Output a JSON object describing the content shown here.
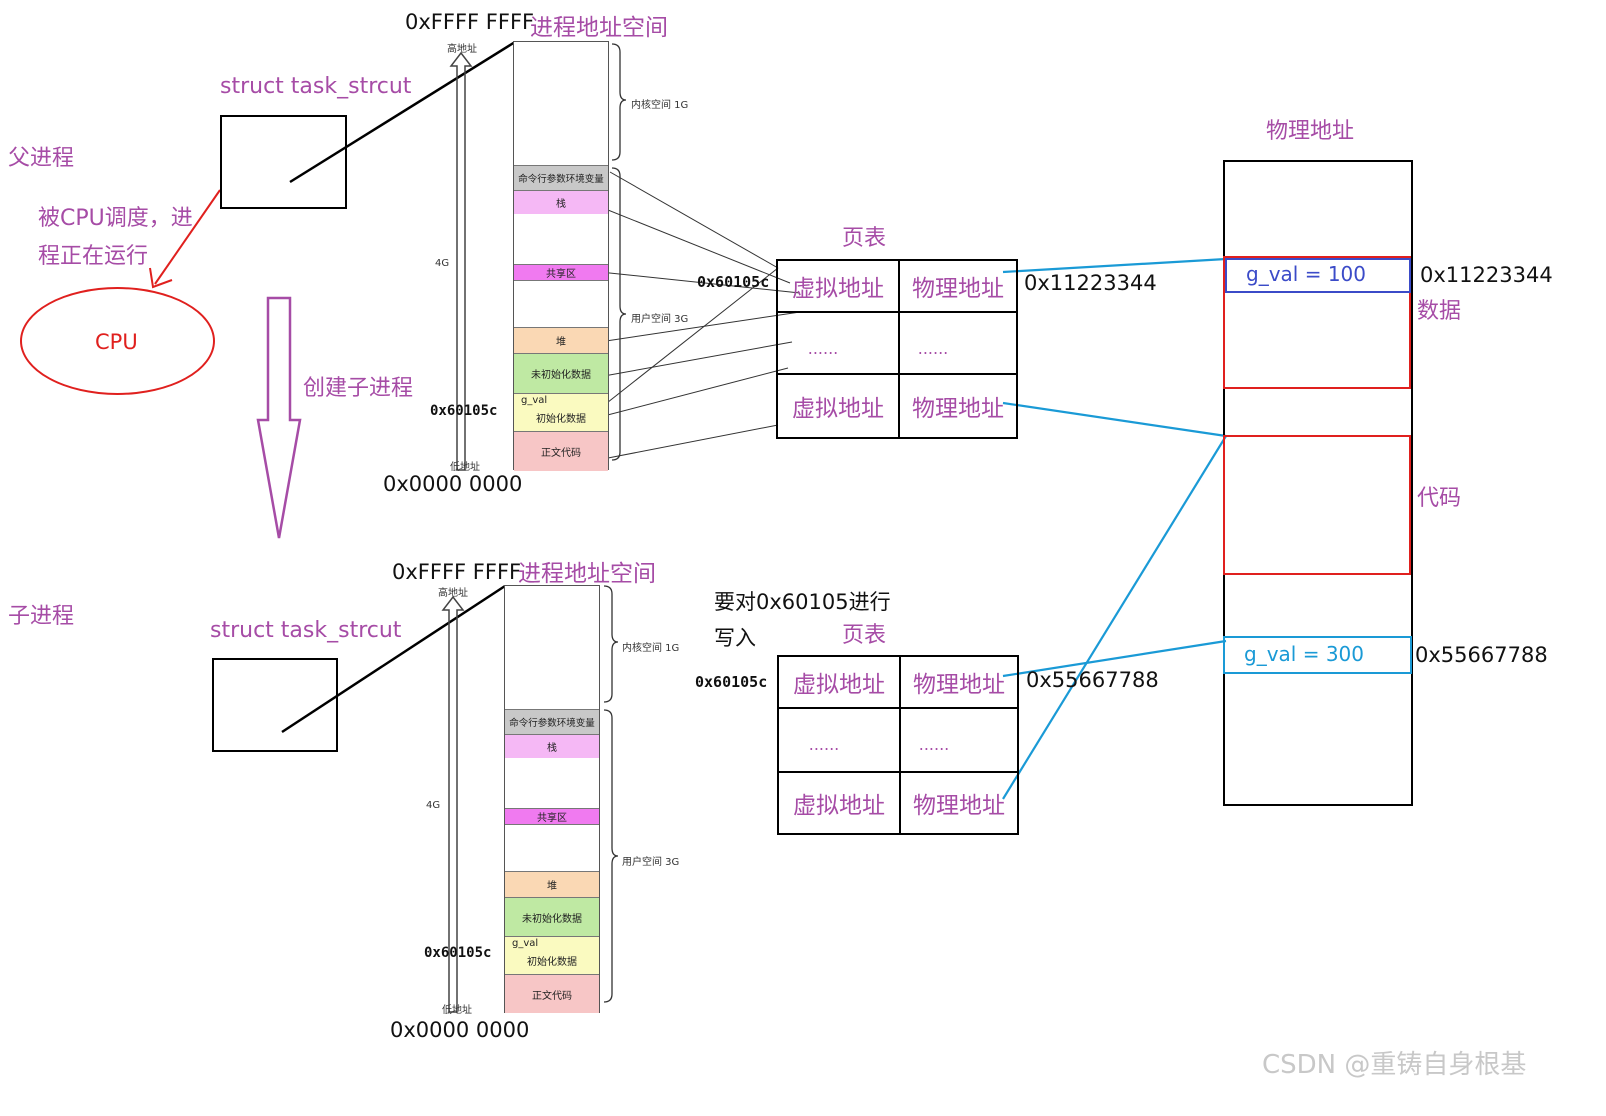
{
  "labels": {
    "parent_process": "父进程",
    "child_process": "子进程",
    "task_struct": "struct task_strcut",
    "cpu_schedule_line1": "被CPU调度，进",
    "cpu_schedule_line2": "程正在运行",
    "cpu": "CPU",
    "create_child": "创建子进程",
    "addr_space_title": "进程地址空间",
    "top_addr": "0xFFFF FFFF",
    "bottom_addr": "0x0000 0000",
    "high_addr": "高地址",
    "low_addr": "低地址",
    "size_4g": "4G",
    "kernel_space": "内核空间 1G",
    "user_space": "用户空间 3G",
    "gval_addr": "0x60105c",
    "page_table": "页表",
    "write_note_line1": "要对0x60105进行",
    "write_note_line2": "写入",
    "physical_addr_title": "物理地址",
    "data_label": "数据",
    "code_label": "代码",
    "watermark": "CSDN @重铸自身根基"
  },
  "segments": {
    "cmdline_env": "命令行参数环境变量",
    "stack": "栈",
    "shared": "共享区",
    "heap": "堆",
    "uninit_data": "未初始化数据",
    "gval": "g_val",
    "init_data": "初始化数据",
    "code": "正文代码"
  },
  "page_table": {
    "virtual": "虚拟地址",
    "physical": "物理地址",
    "ellipsis": "......"
  },
  "parent_mapping": {
    "phys_addr": "0x11223344",
    "gval_value": "g_val = 100"
  },
  "child_mapping": {
    "phys_addr": "0x55667788",
    "gval_value": "g_val = 300"
  },
  "colors": {
    "label_purple": "#a64ca6",
    "highlight_red": "#e0201e",
    "link_blue": "#1a9ad6",
    "gval_box_parent": "#3b4bc8",
    "gval_box_child": "#1a9ad6"
  }
}
